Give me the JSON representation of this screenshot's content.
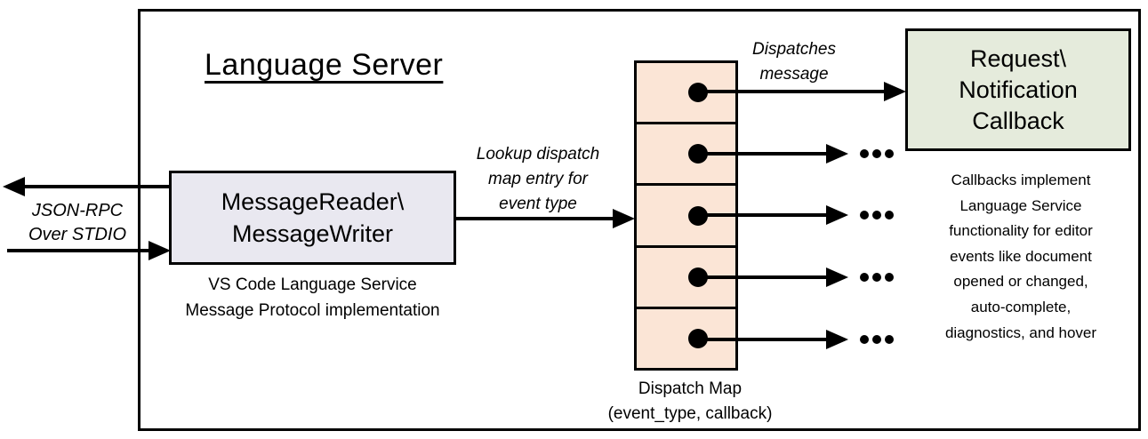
{
  "title": "Language Server",
  "stdio": {
    "lines": [
      "JSON-RPC",
      "Over STDIO"
    ]
  },
  "reader": {
    "label_lines": [
      "MessageReader\\",
      "MessageWriter"
    ],
    "caption_lines": [
      "VS Code Language Service",
      "Message Protocol implementation"
    ]
  },
  "lookup_annotation": {
    "lines": [
      "Lookup dispatch",
      "map entry for",
      "event type"
    ]
  },
  "dispatch_annotation": {
    "lines": [
      "Dispatches",
      "message"
    ]
  },
  "dispatch_map": {
    "cells": 5,
    "caption_lines": [
      "Dispatch Map",
      "(event_type, callback)"
    ]
  },
  "callback": {
    "label_lines": [
      "Request\\",
      "Notification",
      "Callback"
    ]
  },
  "callbacks_note": {
    "lines": [
      "Callbacks implement",
      "Language Service",
      "functionality for editor",
      "events like document",
      "opened or changed,",
      "auto-complete,",
      "diagnostics, and hover"
    ]
  },
  "ellipsis": "...",
  "colors": {
    "line": "#000000",
    "reader_fill": "#E9E8F0",
    "map_fill": "#FBE5D6",
    "callback_fill": "#E5EBDC"
  }
}
